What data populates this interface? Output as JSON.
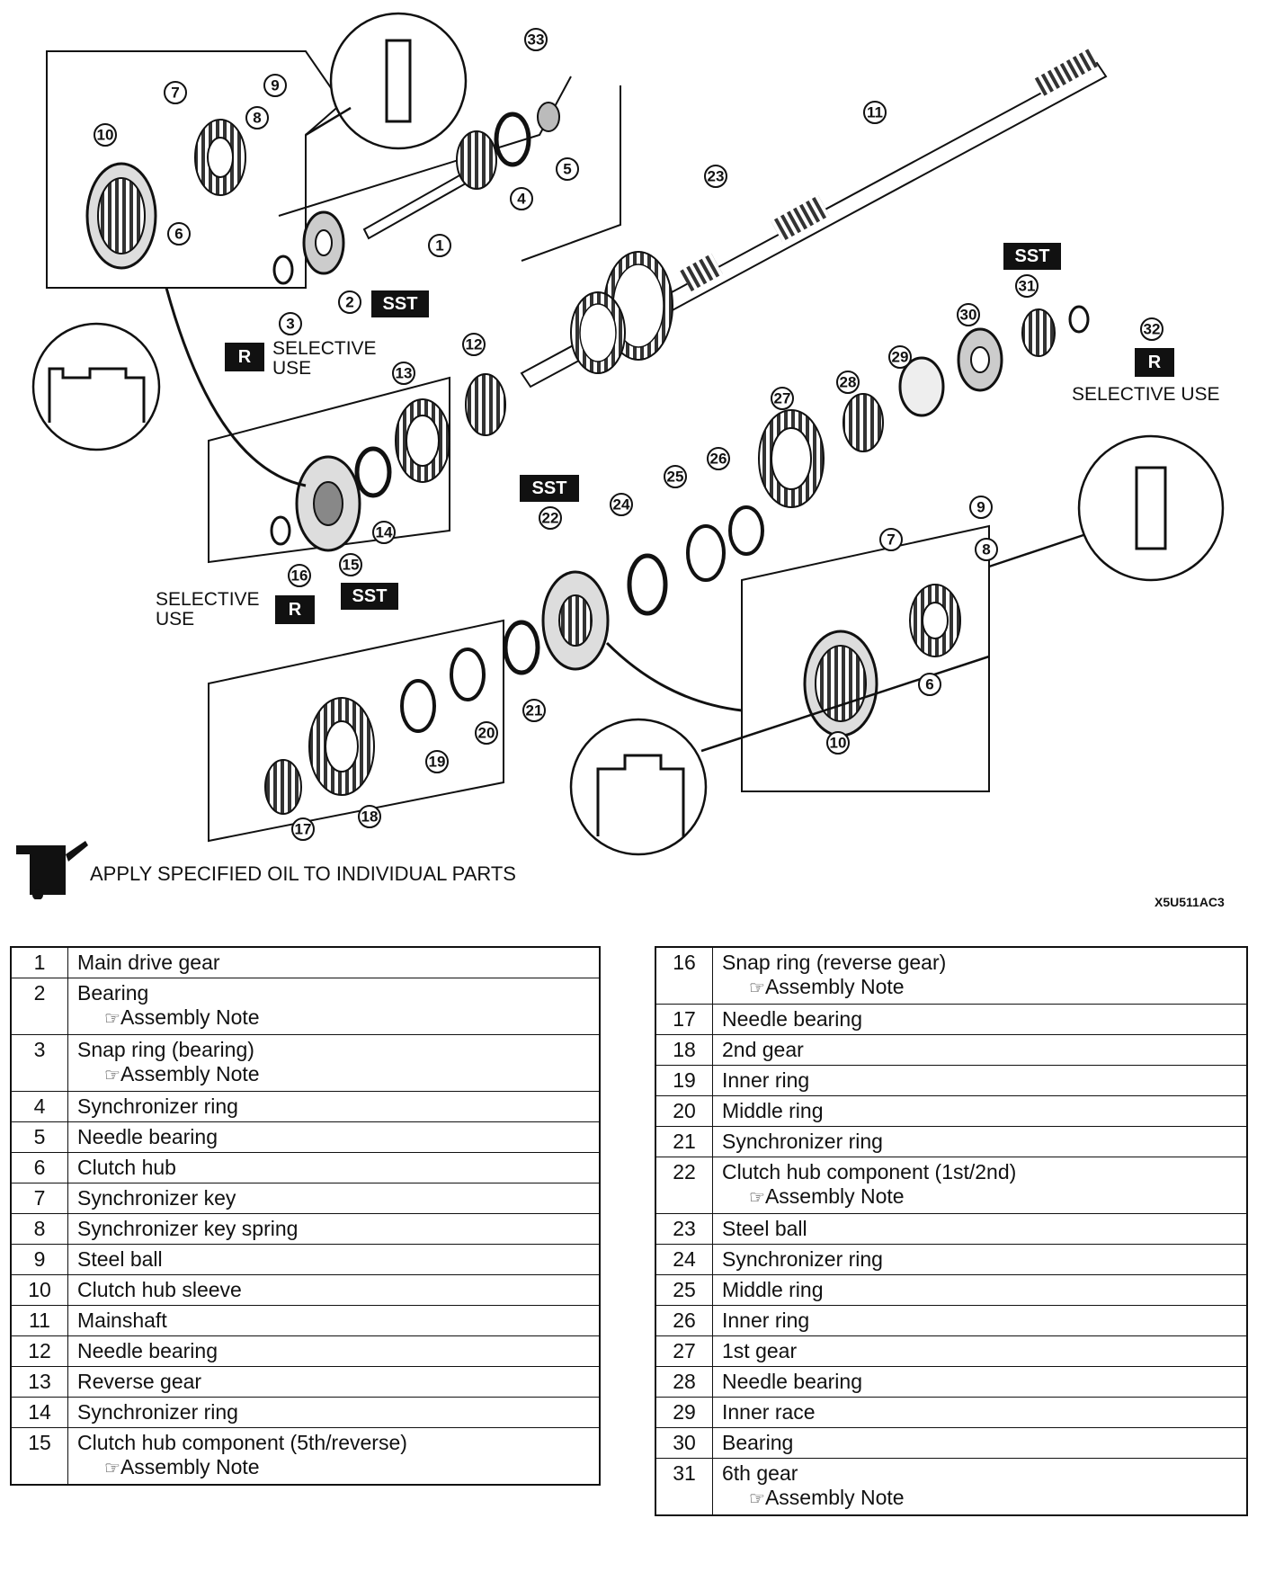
{
  "diagram": {
    "tags": {
      "sst": "SST",
      "r": "R"
    },
    "notes": {
      "selective_use_1": "SELECTIVE\nUSE",
      "selective_use_2": "SELECTIVE USE",
      "selective_use_3": "SELECTIVE\nUSE"
    },
    "legend_text": "APPLY SPECIFIED OIL TO INDIVIDUAL PARTS",
    "figure_code": "X5U511AC3",
    "callouts": [
      "1",
      "2",
      "3",
      "4",
      "5",
      "6",
      "7",
      "8",
      "9",
      "10",
      "11",
      "12",
      "13",
      "14",
      "15",
      "16",
      "17",
      "18",
      "19",
      "20",
      "21",
      "22",
      "23",
      "24",
      "25",
      "26",
      "27",
      "28",
      "29",
      "30",
      "31",
      "32",
      "33"
    ]
  },
  "assembly_note_label": "Assembly Note",
  "parts_left": [
    {
      "num": "1",
      "name": "Main drive gear",
      "note": false
    },
    {
      "num": "2",
      "name": "Bearing",
      "note": true
    },
    {
      "num": "3",
      "name": "Snap ring (bearing)",
      "note": true
    },
    {
      "num": "4",
      "name": "Synchronizer ring",
      "note": false
    },
    {
      "num": "5",
      "name": "Needle bearing",
      "note": false
    },
    {
      "num": "6",
      "name": "Clutch hub",
      "note": false
    },
    {
      "num": "7",
      "name": "Synchronizer key",
      "note": false
    },
    {
      "num": "8",
      "name": "Synchronizer key spring",
      "note": false
    },
    {
      "num": "9",
      "name": "Steel ball",
      "note": false
    },
    {
      "num": "10",
      "name": "Clutch hub sleeve",
      "note": false
    },
    {
      "num": "11",
      "name": "Mainshaft",
      "note": false
    },
    {
      "num": "12",
      "name": "Needle bearing",
      "note": false
    },
    {
      "num": "13",
      "name": "Reverse gear",
      "note": false
    },
    {
      "num": "14",
      "name": "Synchronizer ring",
      "note": false
    },
    {
      "num": "15",
      "name": "Clutch hub component (5th/reverse)",
      "note": true
    }
  ],
  "parts_right": [
    {
      "num": "16",
      "name": "Snap ring (reverse gear)",
      "note": true
    },
    {
      "num": "17",
      "name": "Needle bearing",
      "note": false
    },
    {
      "num": "18",
      "name": "2nd gear",
      "note": false
    },
    {
      "num": "19",
      "name": "Inner ring",
      "note": false
    },
    {
      "num": "20",
      "name": "Middle ring",
      "note": false
    },
    {
      "num": "21",
      "name": "Synchronizer ring",
      "note": false
    },
    {
      "num": "22",
      "name": "Clutch hub component (1st/2nd)",
      "note": true
    },
    {
      "num": "23",
      "name": "Steel ball",
      "note": false
    },
    {
      "num": "24",
      "name": "Synchronizer ring",
      "note": false
    },
    {
      "num": "25",
      "name": "Middle ring",
      "note": false
    },
    {
      "num": "26",
      "name": "Inner ring",
      "note": false
    },
    {
      "num": "27",
      "name": "1st gear",
      "note": false
    },
    {
      "num": "28",
      "name": "Needle bearing",
      "note": false
    },
    {
      "num": "29",
      "name": "Inner race",
      "note": false
    },
    {
      "num": "30",
      "name": "Bearing",
      "note": false
    },
    {
      "num": "31",
      "name": "6th gear",
      "note": true
    }
  ]
}
